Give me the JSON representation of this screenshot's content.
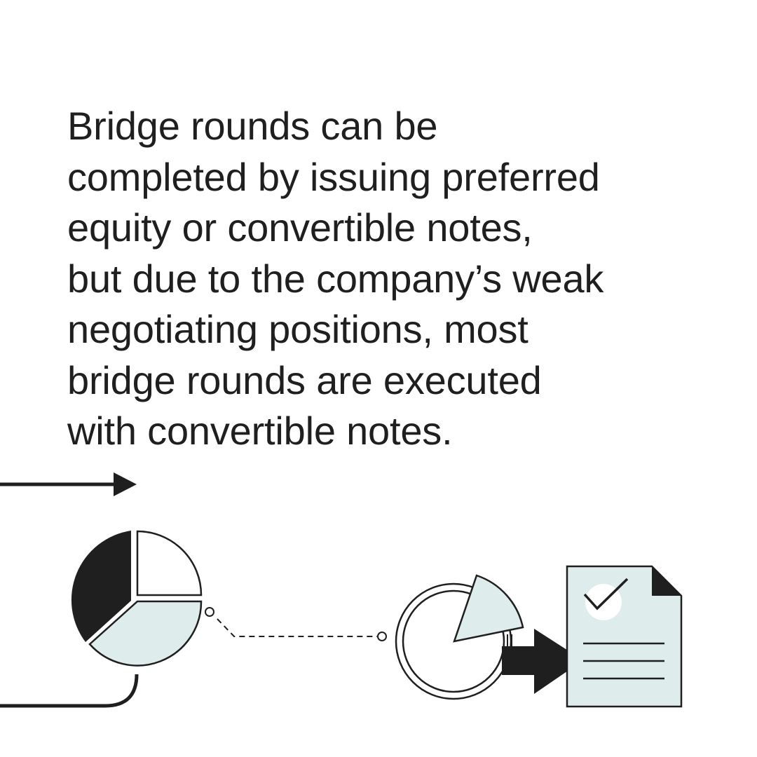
{
  "quote": {
    "lines": [
      "Bridge rounds can be",
      "completed by issuing preferred",
      "equity or convertible notes,",
      "but due to the company’s weak",
      "negotiating positions, most",
      "bridge rounds are executed",
      "with convertible notes."
    ]
  },
  "colors": {
    "ink": "#1f1f1f",
    "tint": "#deedeb",
    "background": "#ffffff"
  },
  "icons": [
    "arrow-right-icon",
    "pie-chart-icon",
    "dashed-connector",
    "open-pie-icon",
    "arrow-block-icon",
    "document-check-icon"
  ]
}
